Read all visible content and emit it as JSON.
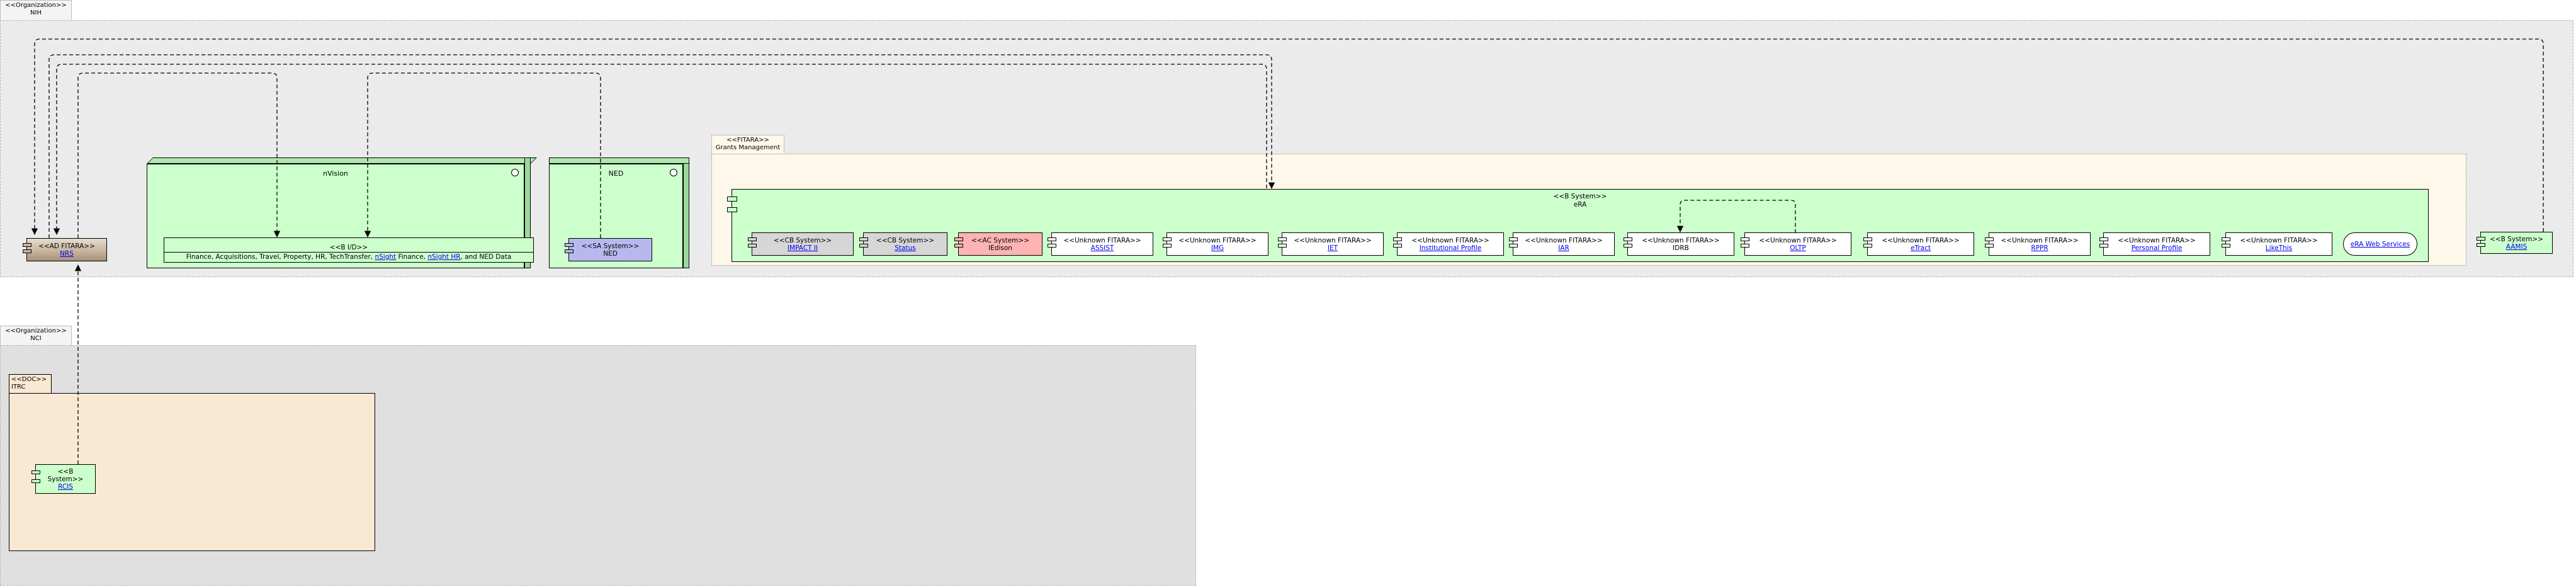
{
  "orgs": [
    {
      "stereotype": "<<Organization>>",
      "name": "NIH"
    },
    {
      "stereotype": "<<Organization>>",
      "name": "NCI"
    }
  ],
  "nodes": {
    "nvision": {
      "title": "nVision"
    },
    "ned_node": {
      "title": "NED"
    }
  },
  "nrs": {
    "stereotype": "<<AD FITARA>>",
    "name": "NRS"
  },
  "bi": {
    "stereotype": "<<B I/D>>",
    "desc_prefix": "Finance, Acquisitions, Travel, Property, HR, TechTransfer, ",
    "link1": "nSight",
    "mid1": " Finance, ",
    "link2": "nSight HR",
    "desc_suffix": ", and NED Data"
  },
  "ned_sys": {
    "stereotype": "<<SA System>>",
    "name": "NED"
  },
  "grants": {
    "stereotype": "<<FITARA>>",
    "name": "Grants Management"
  },
  "era": {
    "stereotype": "<<B System>>",
    "name": "eRA"
  },
  "systems": [
    {
      "stereotype": "<<CB System>>",
      "name": "IMPACT II",
      "link": true
    },
    {
      "stereotype": "<<CB System>>",
      "name": "Status",
      "link": true
    },
    {
      "stereotype": "<<AC System>>",
      "name": "IEdison",
      "link": false
    },
    {
      "stereotype": "<<Unknown FITARA>>",
      "name": "ASSIST",
      "link": true
    },
    {
      "stereotype": "<<Unknown FITARA>>",
      "name": "IMG",
      "link": true
    },
    {
      "stereotype": "<<Unknown FITARA>>",
      "name": "IET",
      "link": true
    },
    {
      "stereotype": "<<Unknown FITARA>>",
      "name": "Institutional Profile",
      "link": true
    },
    {
      "stereotype": "<<Unknown FITARA>>",
      "name": "IAR",
      "link": true
    },
    {
      "stereotype": "<<Unknown FITARA>>",
      "name": "IDRB",
      "link": false
    },
    {
      "stereotype": "<<Unknown FITARA>>",
      "name": "OLTP",
      "link": true
    },
    {
      "stereotype": "<<Unknown FITARA>>",
      "name": "eTract",
      "link": true
    },
    {
      "stereotype": "<<Unknown FITARA>>",
      "name": "RPPR",
      "link": true
    },
    {
      "stereotype": "<<Unknown FITARA>>",
      "name": "Personal Profile",
      "link": true
    },
    {
      "stereotype": "<<Unknown FITARA>>",
      "name": "LikeThis",
      "link": true
    }
  ],
  "web_services": {
    "name": "eRA Web Services"
  },
  "ammis": {
    "stereotype": "<<B System>>",
    "name": "AAMIS"
  },
  "doc": {
    "stereotype": "<<DOC>>",
    "name": "ITRC"
  },
  "rcis": {
    "stereotype": "<<B System>>",
    "name": "RCIS"
  },
  "colors": {
    "nih_bg": "#ebebeb",
    "nci_bg": "#e0e0e0",
    "node_green": "#ccffcc",
    "grants_bg": "#fdf8ea",
    "doc_bg": "#f9e8d3",
    "ned_sys": "#b8b8ee",
    "nrs_grad": "#c8b59e",
    "cb_grey": "#d6d6d6",
    "ac_pink": "#ffb3b3"
  }
}
